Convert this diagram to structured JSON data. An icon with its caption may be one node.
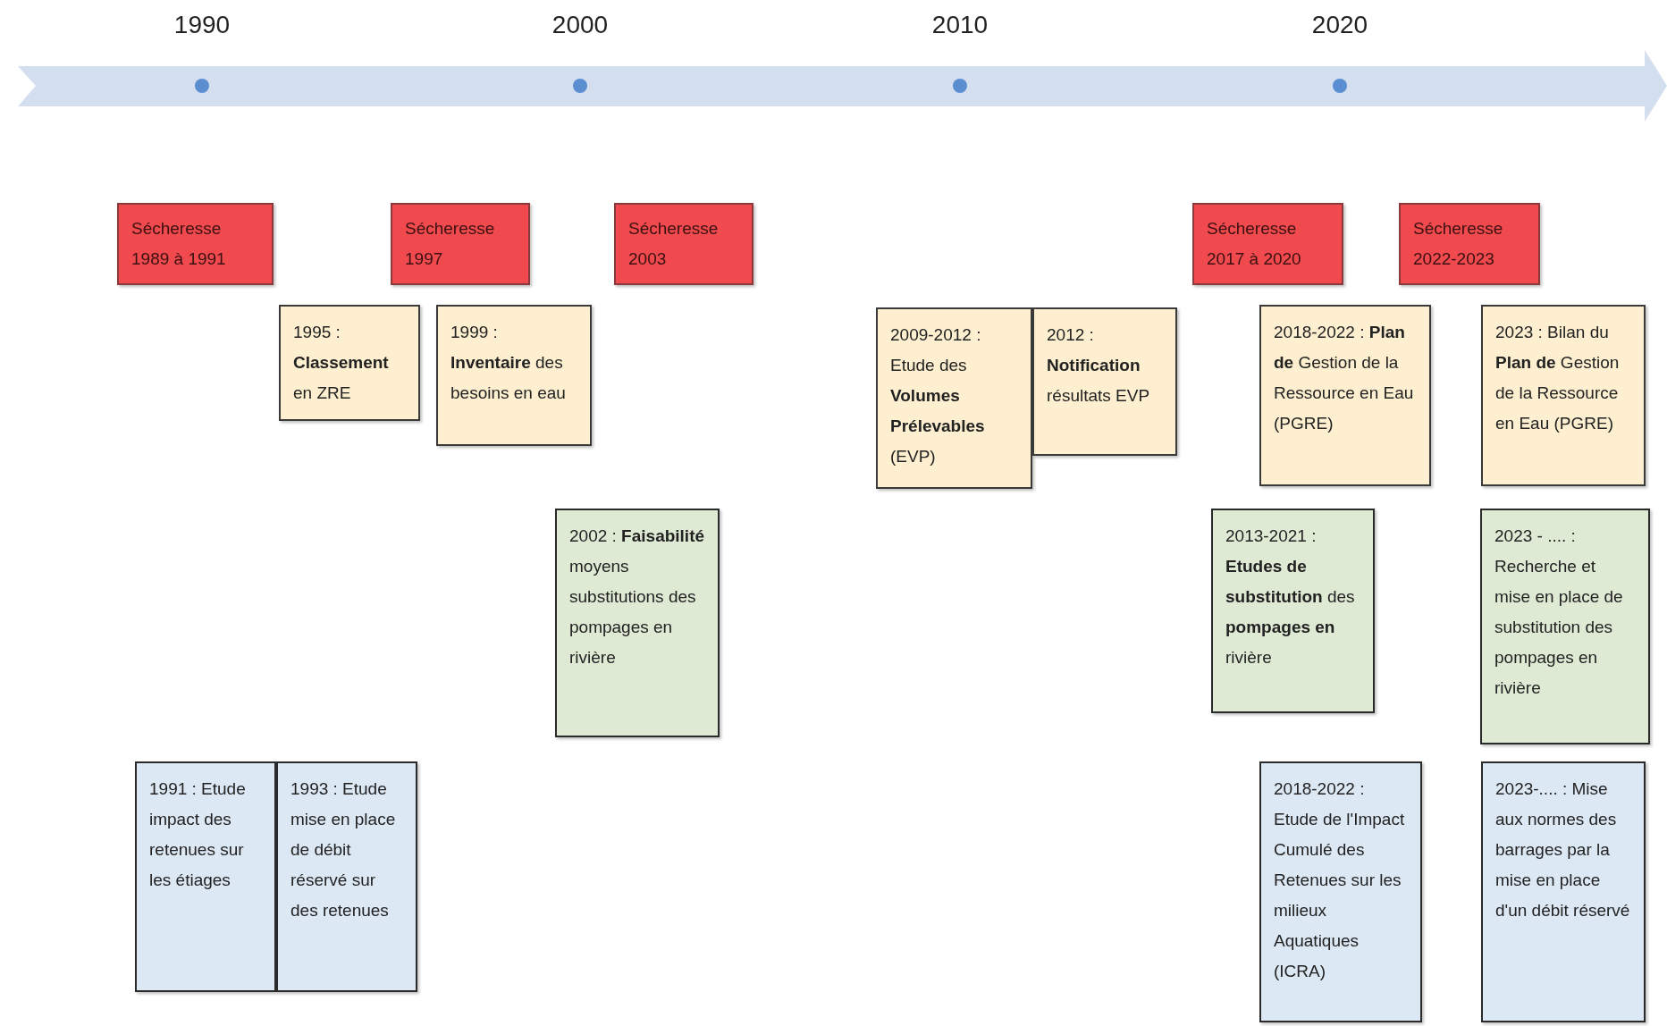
{
  "diagram": {
    "nodes": [
      {
        "text": [
          "Sécheresse 1989 à 1991"
        ]
      },
      {
        "text": [
          "Sécheresse 1997"
        ]
      },
      {
        "text": [
          "Sécheresse 2003"
        ]
      },
      {
        "text": [
          "Sécheresse 2017 à 2020"
        ]
      },
      {
        "text": [
          "Sécheresse 2022-2023"
        ]
      },
      {
        "text": [
          "1995 : **Classement** en ZRE"
        ]
      },
      {
        "text": [
          "1999 : **Inventaire** des besoins en eau"
        ]
      },
      {
        "text": [
          "2009-2012 : Etude des **Volumes Prélevables** (EVP)"
        ]
      },
      {
        "text": [
          "2012 : **Notification** résultats EVP"
        ]
      },
      {
        "text": [
          "2018-2022 : **Plan de** Gestion de la Ressource en Eau (PGRE)"
        ]
      },
      {
        "text": [
          "2023 : Bilan du **Plan de** Gestion de la Ressource en Eau (PGRE)"
        ]
      },
      {
        "text": [
          "2002 : **Faisabilité** moyens substitutions des pompages en rivière"
        ]
      },
      {
        "text": [
          "2013-2021 : **Etudes de substitution** des **pompages en** rivière"
        ]
      },
      {
        "text": [
          "2023 - .... : Recherche et mise en place de substitution des pompages en rivière"
        ]
      },
      {
        "text": [
          "1991 : Etude impact des retenues sur les étiages"
        ]
      },
      {
        "text": [
          "1993 : Etude mise en place de débit réservé sur des retenues"
        ]
      },
      {
        "text": [
          "2018-2022 : Etude de l'Impact Cumulé des Retenues sur les milieux Aquatiques (ICRA)"
        ]
      },
      {
        "text": [
          "2023-.... : Mise aux normes des barrages par la mise en place d'un débit réservé"
        ]
      }
    ],
    "labels": [
      "1990",
      "2000",
      "2010",
      "2020"
    ]
  }
}
